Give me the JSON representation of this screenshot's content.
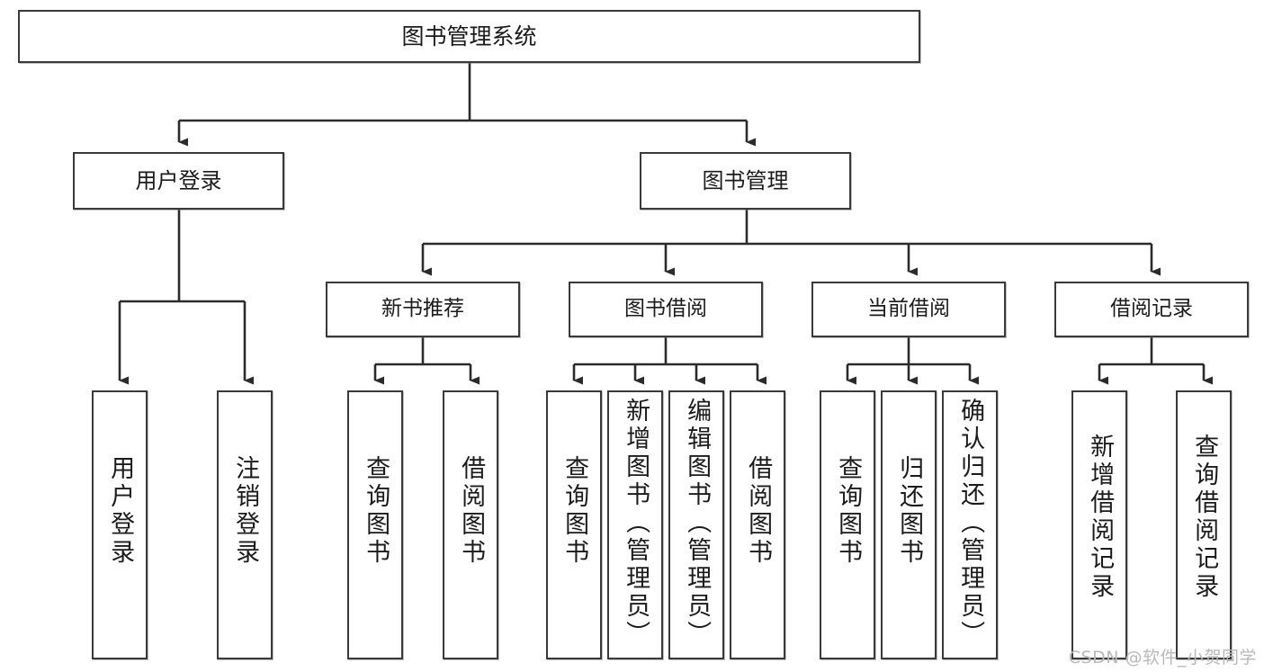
{
  "diagram": {
    "title": "图书管理系统",
    "type": "tree",
    "watermark": "CSDN @软件_小贺同学",
    "accent_color": "#3a3a3a",
    "background": "#ffffff",
    "root": {
      "label": "图书管理系统"
    },
    "level2": [
      {
        "label": "用户登录"
      },
      {
        "label": "图书管理"
      }
    ],
    "level3": [
      {
        "label": "新书推荐"
      },
      {
        "label": "图书借阅"
      },
      {
        "label": "当前借阅"
      },
      {
        "label": "借阅记录"
      }
    ],
    "leaves": {
      "user_login": [
        {
          "label": "用户登录"
        },
        {
          "label": "注销登录"
        }
      ],
      "new_book": [
        {
          "label": "查询图书"
        },
        {
          "label": "借阅图书"
        }
      ],
      "book_borrow": [
        {
          "label": "查询图书"
        },
        {
          "label": "新增图书（管理员）"
        },
        {
          "label": "编辑图书（管理员）"
        },
        {
          "label": "借阅图书"
        }
      ],
      "current_borrow": [
        {
          "label": "查询图书"
        },
        {
          "label": "归还图书"
        },
        {
          "label": "确认归还（管理员）"
        }
      ],
      "borrow_record": [
        {
          "label": "新增借阅记录"
        },
        {
          "label": "查询借阅记录"
        }
      ]
    }
  }
}
